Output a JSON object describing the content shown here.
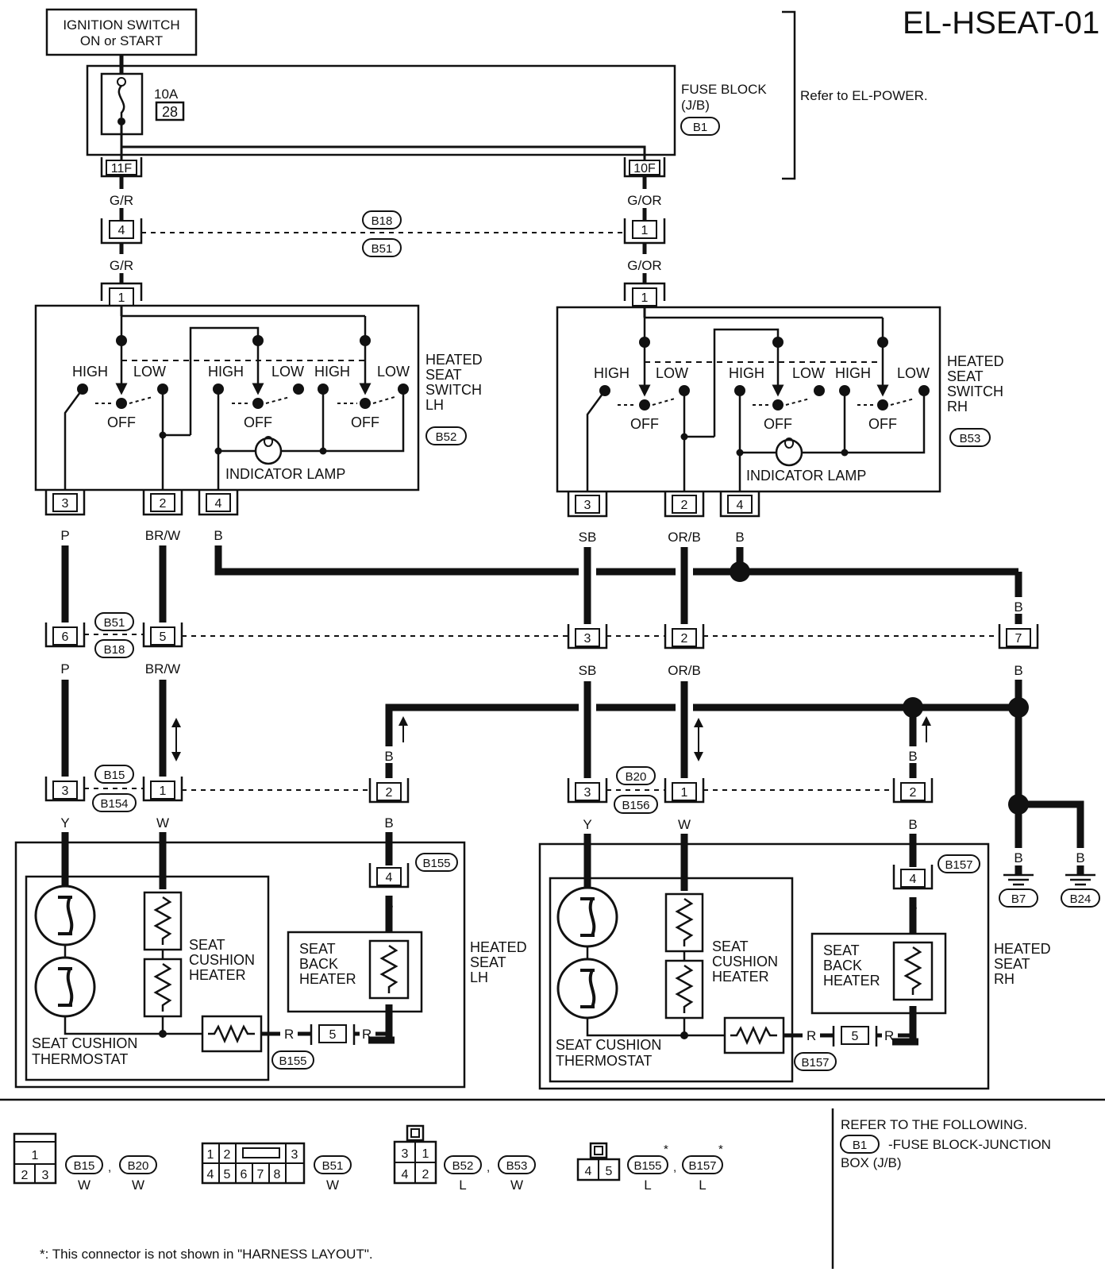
{
  "header": {
    "code": "EL-HSEAT-01",
    "ign_line1": "IGNITION SWITCH",
    "ign_line2": "ON or START",
    "refer_power": "Refer to EL-POWER."
  },
  "fuse": {
    "amp": "10A",
    "number": "28",
    "block_line1": "FUSE BLOCK",
    "block_line2": "(J/B)",
    "connector": "B1",
    "terminal_left": "11F",
    "terminal_right": "10F"
  },
  "wires": {
    "g_r": "G/R",
    "g_or": "G/OR",
    "p": "P",
    "br_w": "BR/W",
    "b": "B",
    "sb": "SB",
    "or_b": "OR/B",
    "y": "Y",
    "w": "W",
    "r": "R"
  },
  "connectors": {
    "b18": "B18",
    "b51": "B51",
    "b52": "B52",
    "b53": "B53",
    "b15": "B15",
    "b154": "B154",
    "b20": "B20",
    "b156": "B156",
    "b155": "B155",
    "b157": "B157",
    "b7": "B7",
    "b24": "B24"
  },
  "pins": {
    "p1": "1",
    "p2": "2",
    "p3": "3",
    "p4": "4",
    "p5": "5",
    "p6": "6",
    "p7": "7",
    "p8": "8"
  },
  "switch": {
    "high": "HIGH",
    "low": "LOW",
    "off": "OFF",
    "indicator": "INDICATOR LAMP",
    "lh_line1": "HEATED",
    "lh_line2": "SEAT",
    "lh_line3": "SWITCH",
    "lh_line4": "LH",
    "rh_line4": "RH"
  },
  "seat": {
    "cushion_line1": "SEAT",
    "cushion_line2": "CUSHION",
    "cushion_line3": "HEATER",
    "back_line1": "SEAT",
    "back_line2": "BACK",
    "back_line3": "HEATER",
    "thermo_line1": "SEAT CUSHION",
    "thermo_line2": "THERMOSTAT",
    "heated_line1": "HEATED",
    "heated_line2": "SEAT",
    "lh": "LH",
    "rh": "RH"
  },
  "legend": {
    "color_w": "W",
    "color_l": "L",
    "comma": ",",
    "star": "*",
    "refer_title": "REFER TO THE FOLLOWING.",
    "refer_item": "-FUSE BLOCK-JUNCTION",
    "refer_item2": "BOX (J/B)",
    "footnote": "*: This connector is not shown in \"HARNESS LAYOUT\"."
  }
}
